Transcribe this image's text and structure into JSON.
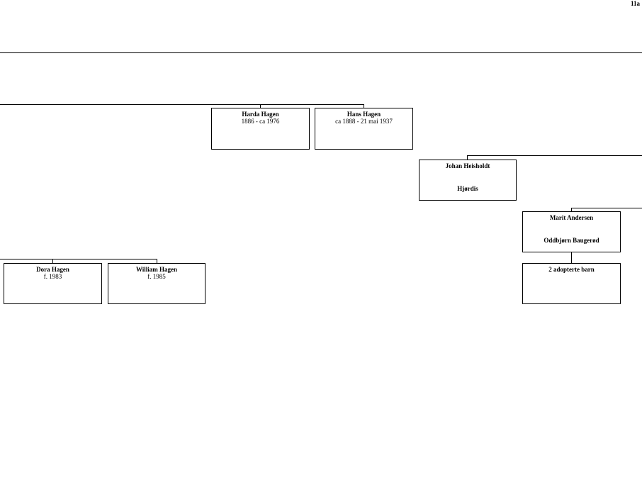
{
  "page": {
    "number": "11a"
  },
  "people": {
    "harda_hagen": {
      "name": "Harda Hagen",
      "dates": "1886 - ca 1976"
    },
    "hans_hagen": {
      "name": "Hans Hagen",
      "dates": "ca 1888 - 21 mai 1937"
    },
    "johan_heisholdt": {
      "name": "Johan Heisholdt",
      "spouse": "Hjørdis"
    },
    "marit_andersen": {
      "name": "Marit Andersen",
      "spouse": "Oddbjørn Baugerød"
    },
    "adopted_children": {
      "name": "2 adopterte barn"
    },
    "dora_hagen": {
      "name": "Dora Hagen",
      "dates": "f. 1983"
    },
    "william_hagen": {
      "name": "William Hagen",
      "dates": "f. 1985"
    }
  }
}
